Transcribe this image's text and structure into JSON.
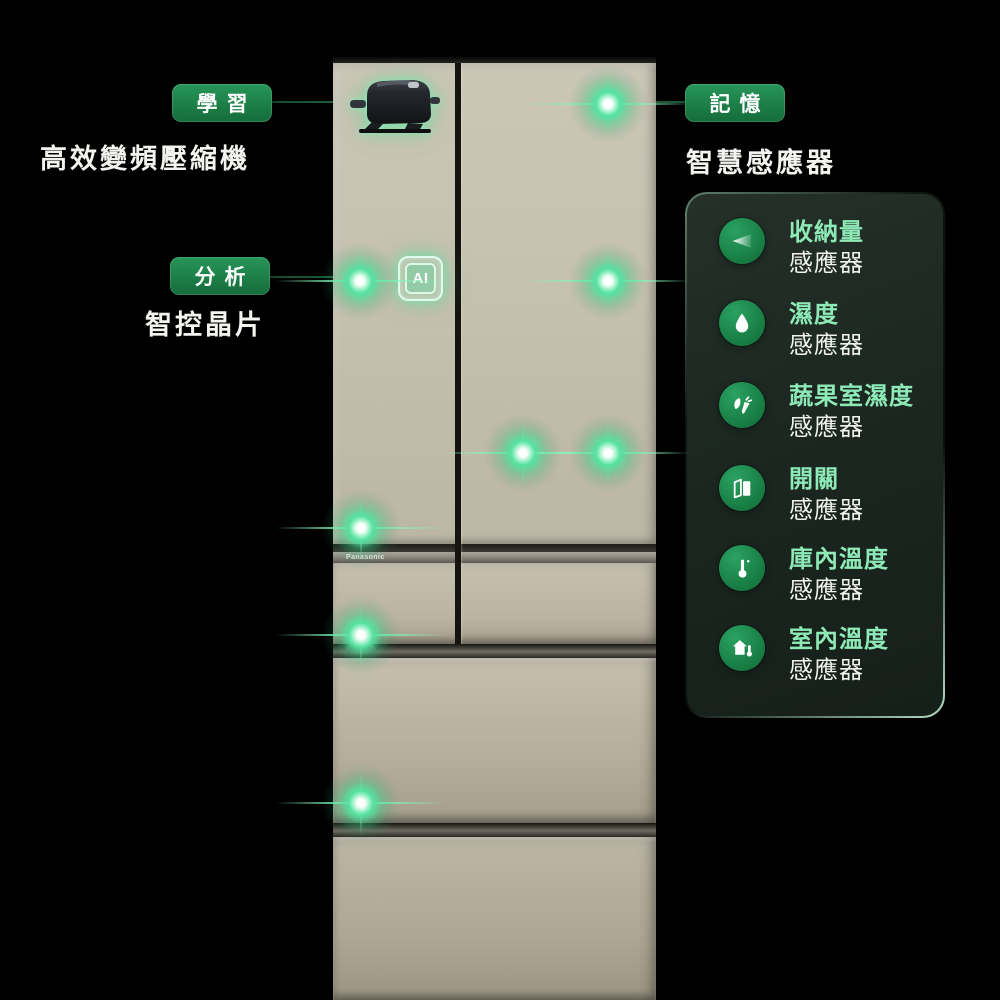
{
  "page": {
    "background": "#000000"
  },
  "colors": {
    "accent_green": "#1f8a4c",
    "mint_text": "#8deab6",
    "panel_background": "#1c2721",
    "sparkle_green": "#55e2a0",
    "fridge_body": "#c6c1b0"
  },
  "callouts": {
    "learning": {
      "tag": "學習",
      "caption": "高效變頻壓縮機"
    },
    "analysis": {
      "tag": "分析",
      "caption": "智控晶片"
    },
    "memory": {
      "tag": "記憶",
      "caption": "智慧感應器"
    }
  },
  "fridge": {
    "brand_logo": "Panasonic",
    "ai_chip_label": "AI"
  },
  "sensor_panel": {
    "items": [
      {
        "icon": "light-beam-icon",
        "title": "收納量",
        "subtitle": "感應器"
      },
      {
        "icon": "droplet-icon",
        "title": "濕度",
        "subtitle": "感應器"
      },
      {
        "icon": "vegetables-icon",
        "title": "蔬果室濕度",
        "subtitle": "感應器"
      },
      {
        "icon": "door-open-icon",
        "title": "開關",
        "subtitle": "感應器"
      },
      {
        "icon": "thermometer-icon",
        "title": "庫內溫度",
        "subtitle": "感應器"
      },
      {
        "icon": "house-thermometer-icon",
        "title": "室內溫度",
        "subtitle": "感應器"
      }
    ]
  }
}
